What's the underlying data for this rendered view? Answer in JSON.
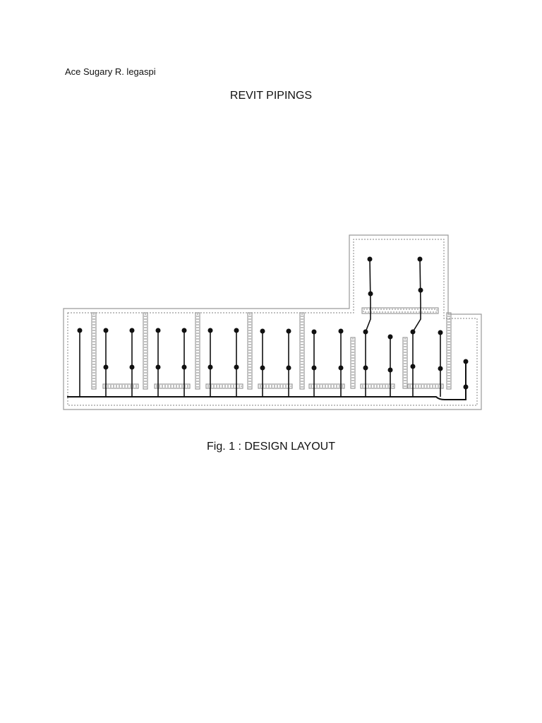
{
  "document": {
    "author": "Ace Sugary R. legaspi",
    "title": "REVIT PIPINGS",
    "figure_caption": "Fig. 1 : DESIGN LAYOUT"
  },
  "figure": {
    "wall_color": "#9a9a9a",
    "pipe_color": "#111111"
  }
}
